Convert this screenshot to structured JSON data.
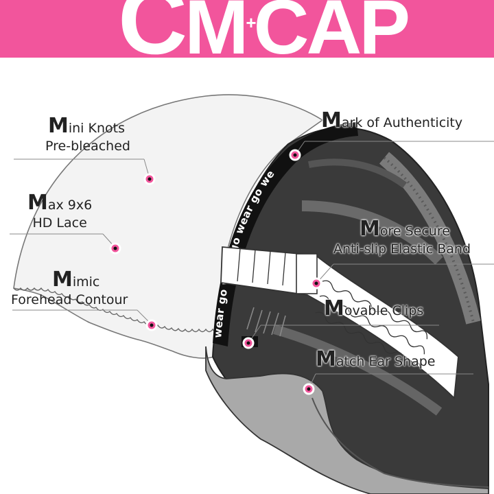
{
  "brand": {
    "logo_text": "CM CAP",
    "accent_color": "#f2559c"
  },
  "band_text": "wear go wear go wear go we",
  "labels": [
    {
      "cap": "M",
      "line1": "ini Knots",
      "line2": "Pre-bleached"
    },
    {
      "cap": "M",
      "line1": "ax 9x6",
      "line2": "HD Lace"
    },
    {
      "cap": "M",
      "line1": "imic",
      "line2": "Forehead Contour"
    },
    {
      "cap": "M",
      "line1": "ark of Authenticity"
    },
    {
      "cap": "M",
      "line1": "ore Secure",
      "line2": "Anti-slip Elastic Band"
    },
    {
      "cap": "M",
      "line1": "ovable Clips"
    },
    {
      "cap": "M",
      "line1": "atch Ear Shape"
    }
  ]
}
